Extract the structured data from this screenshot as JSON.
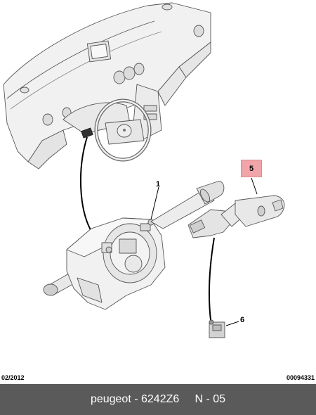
{
  "diagram": {
    "callouts": {
      "part_1": "1",
      "part_5": "5",
      "part_6": "6"
    },
    "date_code": "02/2012",
    "illustration_number": "00094331"
  },
  "footer": {
    "caption": "peugeot - 6242Z6     N - 05"
  }
}
